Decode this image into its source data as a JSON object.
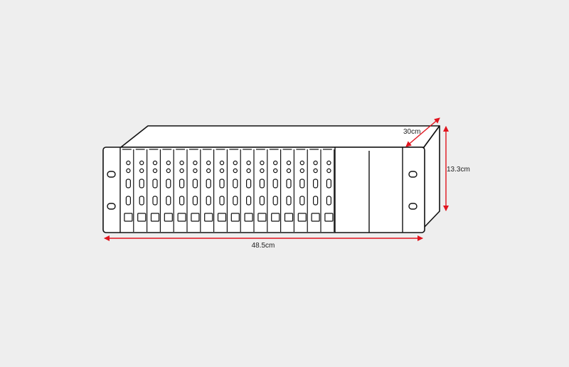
{
  "diagram": {
    "subject": "3U rack-mount chassis with 16 card slots",
    "card_count": 16,
    "dimensions": {
      "width": "48.5cm",
      "height": "13.3cm",
      "depth": "30cm"
    }
  },
  "colors": {
    "background": "#eeeeee",
    "outline": "#111111",
    "dimension_line": "#e0141e",
    "label_text": "#222222",
    "panel_fill": "#ffffff"
  }
}
